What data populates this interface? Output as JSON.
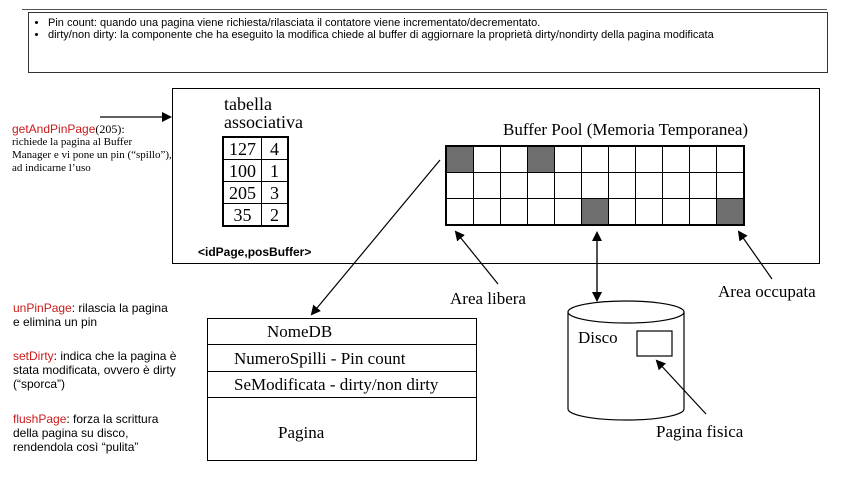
{
  "bullets": [
    "Pin count: quando una pagina viene richiesta/rilasciata il contatore viene incrementato/decrementato.",
    "dirty/non dirty: la componente che ha eseguito la modifica chiede al buffer di aggiornare la proprietà dirty/nondirty della pagina modificata"
  ],
  "getpin": {
    "function": "getAndPinPage",
    "arg": "(205):",
    "description": "richiede la pagina al Buffer Manager e  vi pone un pin (“spillo”), ad indicarne l’uso"
  },
  "notes": {
    "unpin": {
      "function": "unPinPage",
      "text": ": rilascia la pagina e elimina un pin"
    },
    "setdirty": {
      "function": "setDirty",
      "text": ": indica che la pagina è stata modificata, ovvero è dirty (“sporca”)"
    },
    "flush": {
      "function": "flushPage",
      "text": ": forza la scrittura della pagina su disco, rendendola così “pulita”"
    }
  },
  "assoc_table": {
    "title_line1": "tabella",
    "title_line2": "associativa",
    "rows": [
      [
        "127",
        "4"
      ],
      [
        "100",
        "1"
      ],
      [
        "205",
        "3"
      ],
      [
        "35",
        "2"
      ]
    ],
    "caption": "<idPage,posBuffer>"
  },
  "buffer_pool": {
    "title": "Buffer Pool   (Memoria Temporanea)",
    "rows": 3,
    "cols": 11,
    "occupied": [
      [
        0,
        0
      ],
      [
        0,
        3
      ],
      [
        2,
        5
      ],
      [
        2,
        10
      ]
    ]
  },
  "labels": {
    "area_libera": "Area libera",
    "area_occupata": "Area occupata",
    "disco": "Disco",
    "pagina_fisica": "Pagina fisica"
  },
  "page_structure": {
    "rows": [
      "NomeDB",
      "NumeroSpilli - Pin count",
      "SeModificata - dirty/non dirty",
      "Pagina"
    ]
  },
  "colors": {
    "function_name": "#cc1a1a",
    "occupied_cell": "#6e6e6e"
  }
}
